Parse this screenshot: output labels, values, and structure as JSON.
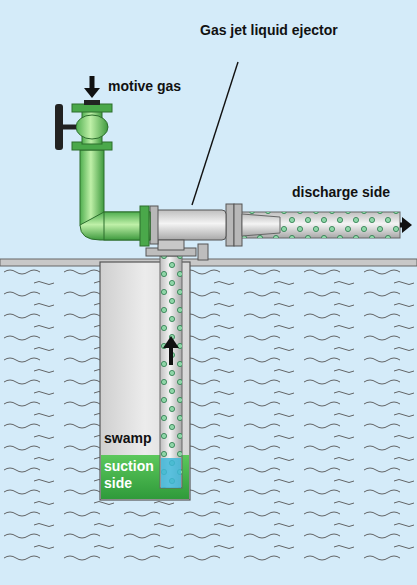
{
  "diagram": {
    "labels": [
      "motive gas",
      "Gas jet liquid ejector",
      "discharge side",
      "swamp",
      "suction side"
    ]
  }
}
